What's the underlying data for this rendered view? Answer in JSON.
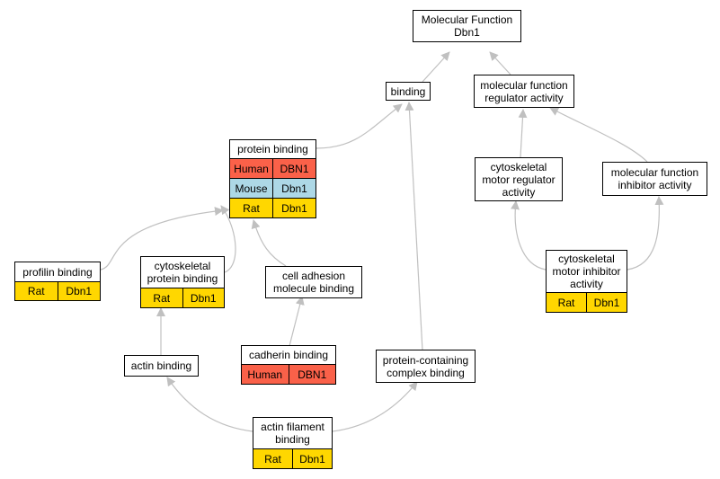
{
  "nodes": {
    "mf_dbn1": {
      "title": "Molecular Function\nDbn1",
      "rows": []
    },
    "binding": {
      "title": "binding",
      "rows": []
    },
    "mf_regulator": {
      "title": "molecular function\nregulator activity",
      "rows": []
    },
    "protein_binding": {
      "title": "protein binding",
      "rows": [
        {
          "species": "Human",
          "gene": "DBN1"
        },
        {
          "species": "Mouse",
          "gene": "Dbn1"
        },
        {
          "species": "Rat",
          "gene": "Dbn1"
        }
      ]
    },
    "cyto_motor_reg": {
      "title": "cytoskeletal\nmotor regulator\nactivity",
      "rows": []
    },
    "mf_inhibitor": {
      "title": "molecular function\ninhibitor activity",
      "rows": []
    },
    "profilin_binding": {
      "title": "profilin binding",
      "rows": [
        {
          "species": "Rat",
          "gene": "Dbn1"
        }
      ]
    },
    "cyto_protein_binding": {
      "title": "cytoskeletal\nprotein binding",
      "rows": [
        {
          "species": "Rat",
          "gene": "Dbn1"
        }
      ]
    },
    "cell_adhesion": {
      "title": "cell adhesion\nmolecule binding",
      "rows": []
    },
    "cyto_motor_inhib": {
      "title": "cytoskeletal\nmotor inhibitor\nactivity",
      "rows": [
        {
          "species": "Rat",
          "gene": "Dbn1"
        }
      ]
    },
    "cadherin_binding": {
      "title": "cadherin binding",
      "rows": [
        {
          "species": "Human",
          "gene": "DBN1"
        }
      ]
    },
    "actin_binding": {
      "title": "actin binding",
      "rows": []
    },
    "protein_complex": {
      "title": "protein-containing\ncomplex binding",
      "rows": []
    },
    "actin_filament": {
      "title": "actin filament\nbinding",
      "rows": [
        {
          "species": "Rat",
          "gene": "Dbn1"
        }
      ]
    }
  },
  "colors": {
    "Human": "#fa6149",
    "Mouse": "#add8e6",
    "Rat": "#ffd700",
    "edge": "#c0c0c0"
  }
}
